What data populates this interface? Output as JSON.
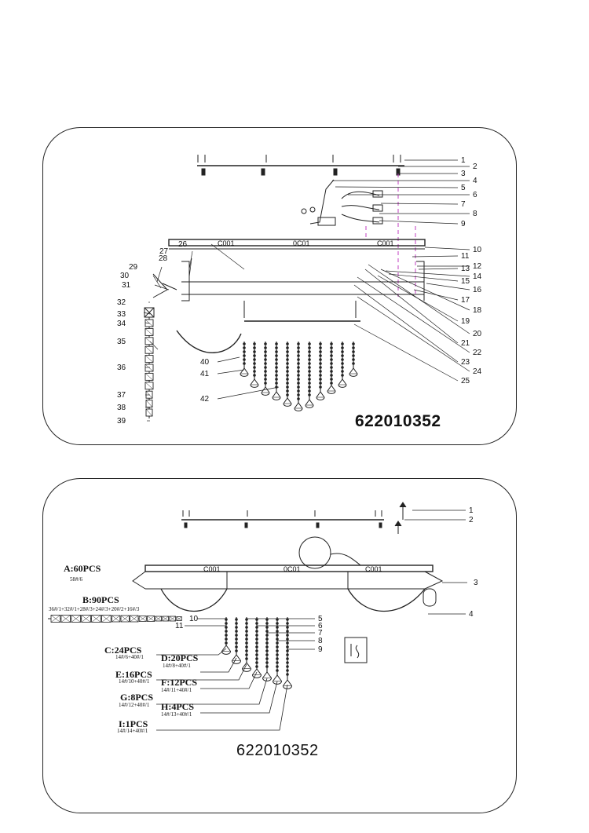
{
  "top_diagram": {
    "model_number": "622010352",
    "callouts": [
      "1",
      "2",
      "3",
      "4",
      "5",
      "6",
      "7",
      "8",
      "9",
      "10",
      "11",
      "12",
      "13",
      "14",
      "15",
      "16",
      "17",
      "18",
      "19",
      "20",
      "21",
      "22",
      "23",
      "24",
      "25",
      "26",
      "27",
      "28",
      "29",
      "30",
      "31",
      "32",
      "33",
      "34",
      "35",
      "36",
      "37",
      "38",
      "39",
      "40",
      "41",
      "42"
    ],
    "frame_codes": [
      "C001",
      "0C01",
      "C001"
    ]
  },
  "bottom_diagram": {
    "model_number": "622010352",
    "callouts": [
      "1",
      "2",
      "3",
      "4",
      "5",
      "6",
      "7",
      "8",
      "9",
      "10",
      "11"
    ],
    "frame_codes": [
      "C001",
      "0C01",
      "C001"
    ],
    "strand_a": {
      "label": "A:60PCS",
      "spec": "58#/6"
    },
    "strand_b": {
      "label": "B:90PCS",
      "spec": "36#/1+32#/1+28#/3+24#/3+20#/2+16#/3"
    },
    "pendants": [
      {
        "label": "C:24PCS",
        "spec": "14#/6+40#/1"
      },
      {
        "label": "D:20PCS",
        "spec": "14#/8+40#/1"
      },
      {
        "label": "E:16PCS",
        "spec": "14#/10+40#/1"
      },
      {
        "label": "F:12PCS",
        "spec": "14#/11+40#/1"
      },
      {
        "label": "G:8PCS",
        "spec": "14#/12+40#/1"
      },
      {
        "label": "H:4PCS",
        "spec": "14#/13+40#/1"
      },
      {
        "label": "I:1PCS",
        "spec": "14#/14+40#/1"
      }
    ]
  }
}
